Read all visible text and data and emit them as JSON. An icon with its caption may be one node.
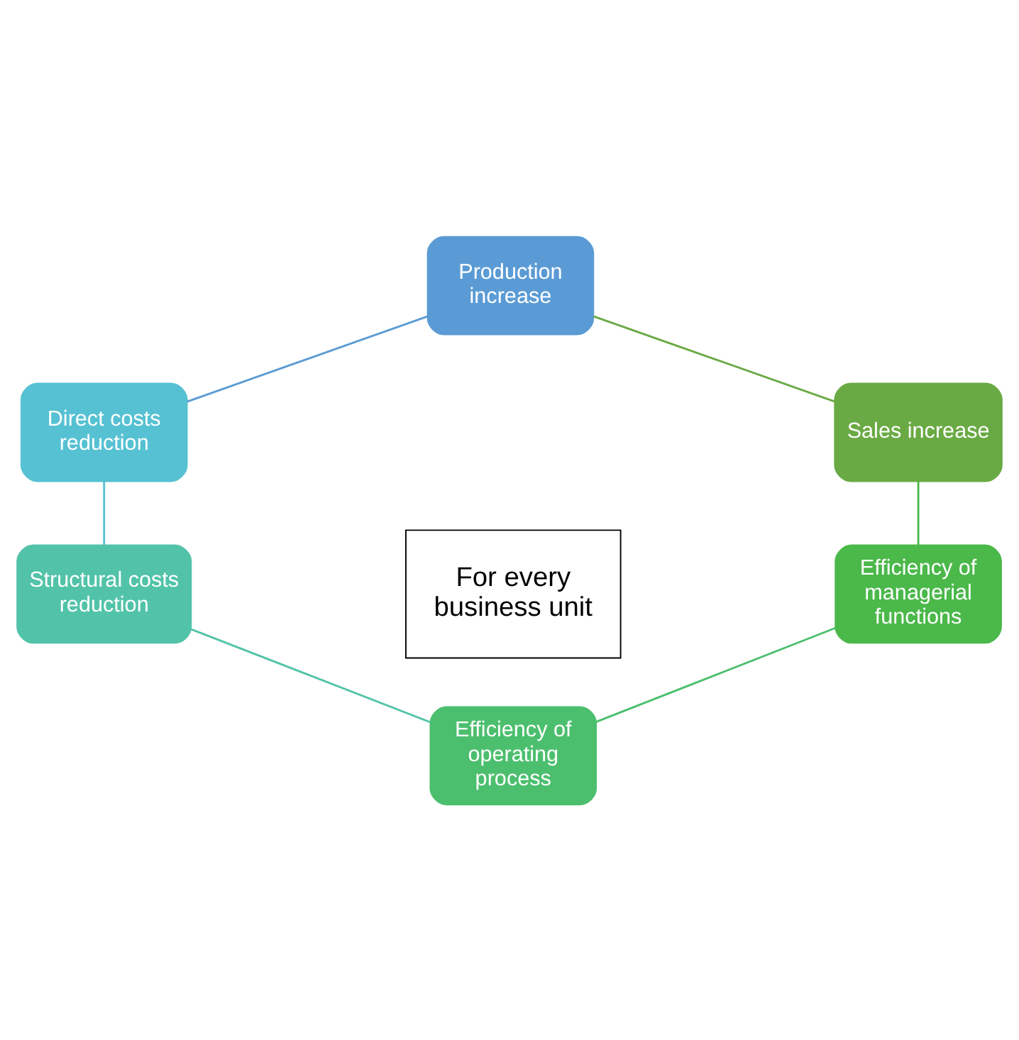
{
  "diagram": {
    "nodes": [
      {
        "text": [
          "Production increase"
        ]
      },
      {
        "text": [
          "Direct costs reduction"
        ]
      },
      {
        "text": [
          "Structural costs reduction"
        ]
      },
      {
        "text": [
          "Efficiency of operating process"
        ]
      },
      {
        "text": [
          "Efficiency of managerial functions"
        ]
      },
      {
        "text": [
          "Sales increase"
        ]
      },
      {
        "text": [
          "For every business unit"
        ]
      }
    ],
    "edges": [
      {
        "from": 0,
        "to": 1,
        "arrow": "none",
        "color": "#5b9bd5"
      },
      {
        "from": 1,
        "to": 2,
        "arrow": "none",
        "color": "#56c1d2"
      },
      {
        "from": 2,
        "to": 3,
        "arrow": "none",
        "color": "#52c3a8"
      },
      {
        "from": 3,
        "to": 4,
        "arrow": "none",
        "color": "#4cbf6e"
      },
      {
        "from": 4,
        "to": 5,
        "arrow": "none",
        "color": "#4bb84a"
      },
      {
        "from": 5,
        "to": 0,
        "arrow": "none",
        "color": "#6aaa44"
      }
    ]
  }
}
